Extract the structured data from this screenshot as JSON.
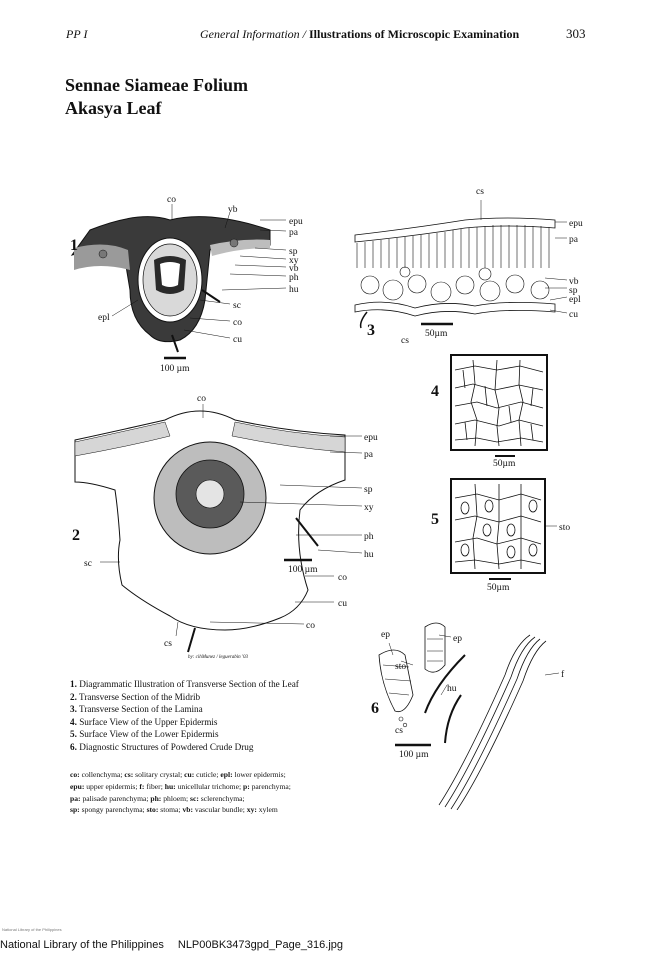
{
  "header": {
    "left": "PP I",
    "section": "General Information /",
    "chapter": "Illustrations of Microscopic Examination",
    "page_number": "303"
  },
  "title": {
    "line1": "Sennae Siameae Folium",
    "line2": "Akasya Leaf"
  },
  "figures": {
    "fig1": {
      "number": "1",
      "labels": {
        "co": "co",
        "vb": "vb",
        "epu": "epu",
        "pa": "pa",
        "sp": "sp",
        "xy": "xy",
        "vb2": "vb",
        "ph": "ph",
        "hu": "hu",
        "sc": "sc",
        "epl": "epl",
        "co2": "co",
        "cu": "cu"
      },
      "scale": "100 µm"
    },
    "fig2": {
      "number": "2",
      "labels": {
        "co": "co",
        "epu": "epu",
        "pa": "pa",
        "sp": "sp",
        "xy": "xy",
        "ph": "ph",
        "hu": "hu",
        "sc": "sc",
        "co2": "co",
        "cu": "cu",
        "co3": "co",
        "cs": "cs"
      },
      "scale": "100 µm",
      "artist": "by: cihMunez / leguerabin '03"
    },
    "fig3": {
      "number": "3",
      "labels": {
        "cs": "cs",
        "epu": "epu",
        "pa": "pa",
        "vb": "vb",
        "sp": "sp",
        "epl": "epl",
        "cu": "cu",
        "cs2": "cs"
      },
      "scale": "50µm"
    },
    "fig4": {
      "number": "4",
      "scale": "50µm"
    },
    "fig5": {
      "number": "5",
      "labels": {
        "sto": "sto"
      },
      "scale": "50µm"
    },
    "fig6": {
      "number": "6",
      "labels": {
        "ep": "ep",
        "ep2": "ep",
        "sto": "sto",
        "hu": "hu",
        "f": "f",
        "cs": "cs"
      },
      "scale": "100 µm"
    }
  },
  "legend": [
    {
      "num": "1.",
      "text": "Diagrammatic Illustration of Transverse Section of the Leaf"
    },
    {
      "num": "2.",
      "text": "Transverse Section of the Midrib"
    },
    {
      "num": "3.",
      "text": "Transverse Section of the Lamina"
    },
    {
      "num": "4.",
      "text": "Surface View of the Upper Epidermis"
    },
    {
      "num": "5.",
      "text": "Surface View of the Lower Epidermis"
    },
    {
      "num": "6.",
      "text": "Diagnostic Structures of Powdered Crude Drug"
    }
  ],
  "abbreviations": [
    {
      "k": "co:",
      "v": " collenchyma; "
    },
    {
      "k": "cs:",
      "v": " solitary crystal; "
    },
    {
      "k": "cu:",
      "v": " cuticle; "
    },
    {
      "k": "epl:",
      "v": " lower epidermis; "
    },
    {
      "k": "epu:",
      "v": " upper epidermis; "
    },
    {
      "k": "f:",
      "v": " fiber; "
    },
    {
      "k": "hu:",
      "v": " unicellular trichome; "
    },
    {
      "k": "p:",
      "v": " parenchyma; "
    },
    {
      "k": "pa:",
      "v": " palisade parenchyma; "
    },
    {
      "k": "ph:",
      "v": " phloem; "
    },
    {
      "k": "sc:",
      "v": " sclerenchyma; "
    },
    {
      "k": "sp:",
      "v": " spongy parenchyma; "
    },
    {
      "k": "sto:",
      "v": " stoma; "
    },
    {
      "k": "vb:",
      "v": " vascular bundle; "
    },
    {
      "k": "xy:",
      "v": " xylem"
    }
  ],
  "footer": {
    "library": "National Library of the Philippines",
    "file": "NLP00BK3473gpd_Page_316.jpg",
    "tiny": "National Library of the Philippines"
  }
}
